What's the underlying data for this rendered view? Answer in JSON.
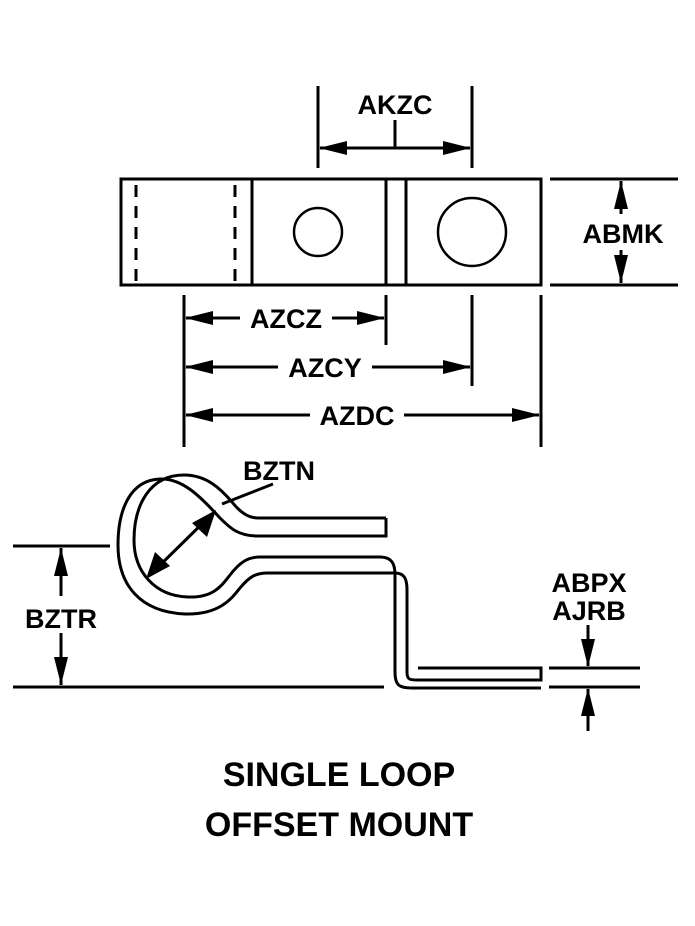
{
  "drawing": {
    "title_line1": "SINGLE LOOP",
    "title_line2": "OFFSET MOUNT",
    "top_view": {
      "dimensions": {
        "hole_spacing": "AKZC",
        "width": "ABMK",
        "edge_to_divider": "AZCZ",
        "edge_to_large_hole": "AZCY",
        "overall_length": "AZDC"
      }
    },
    "side_view": {
      "dimensions": {
        "loop_inside_diameter": "BZTN",
        "offset_height": "BZTR",
        "material_thickness_line1": "ABPX",
        "material_thickness_line2": "AJRB"
      }
    },
    "colors": {
      "line": "#000000",
      "background": "#ffffff"
    }
  }
}
